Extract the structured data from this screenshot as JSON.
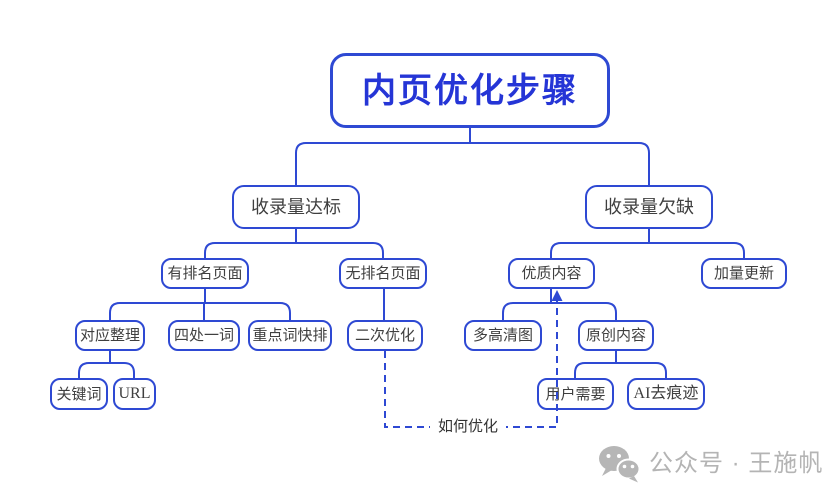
{
  "title": "内页优化步骤",
  "palette": {
    "line_blue": "#2e49d3",
    "root_text_blue": "#2535d6",
    "node_text": "#3f3f3f",
    "edge_label_text": "#333333",
    "watermark_gray": "#b4b4b4"
  },
  "nodes": {
    "root": "内页优化步骤",
    "left_branch": "收录量达标",
    "right_branch": "收录量欠缺",
    "ranked_pages": "有排名页面",
    "unranked_pages": "无排名页面",
    "quality_content": "优质内容",
    "more_updates": "加量更新",
    "mapping_sort": "对应整理",
    "four_places_one_word": "四处一词",
    "key_word_fast_rank": "重点词快排",
    "second_optimization": "二次优化",
    "hd_images": "多高清图",
    "original_content": "原创内容",
    "keywords": "关键词",
    "url": "URL",
    "user_needs": "用户需要",
    "ai_trace_removal": "AI去痕迹"
  },
  "edge_label": "如何优化",
  "watermark": {
    "icon": "wechat-icon",
    "text": "公众号 · 王施帆"
  }
}
